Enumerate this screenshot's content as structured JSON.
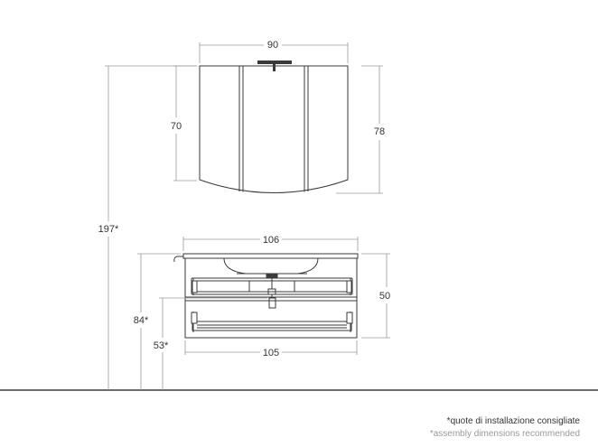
{
  "colors": {
    "line": "#3a3a3a",
    "dim_line": "#9a9a9a",
    "text": "#333333",
    "note_secondary": "#9a9a9a"
  },
  "dimensions": {
    "mirror_width": "90",
    "mirror_inner_height": "70",
    "mirror_total_height": "78",
    "total_install_height": "197*",
    "cabinet_top_width": "106",
    "cabinet_height": "50",
    "cabinet_install_height": "84*",
    "drain_height": "53*",
    "cabinet_bottom_width": "105"
  },
  "notes": {
    "italian": "*quote di installazione consigliate",
    "english": "*assembly dimensions recommended"
  }
}
